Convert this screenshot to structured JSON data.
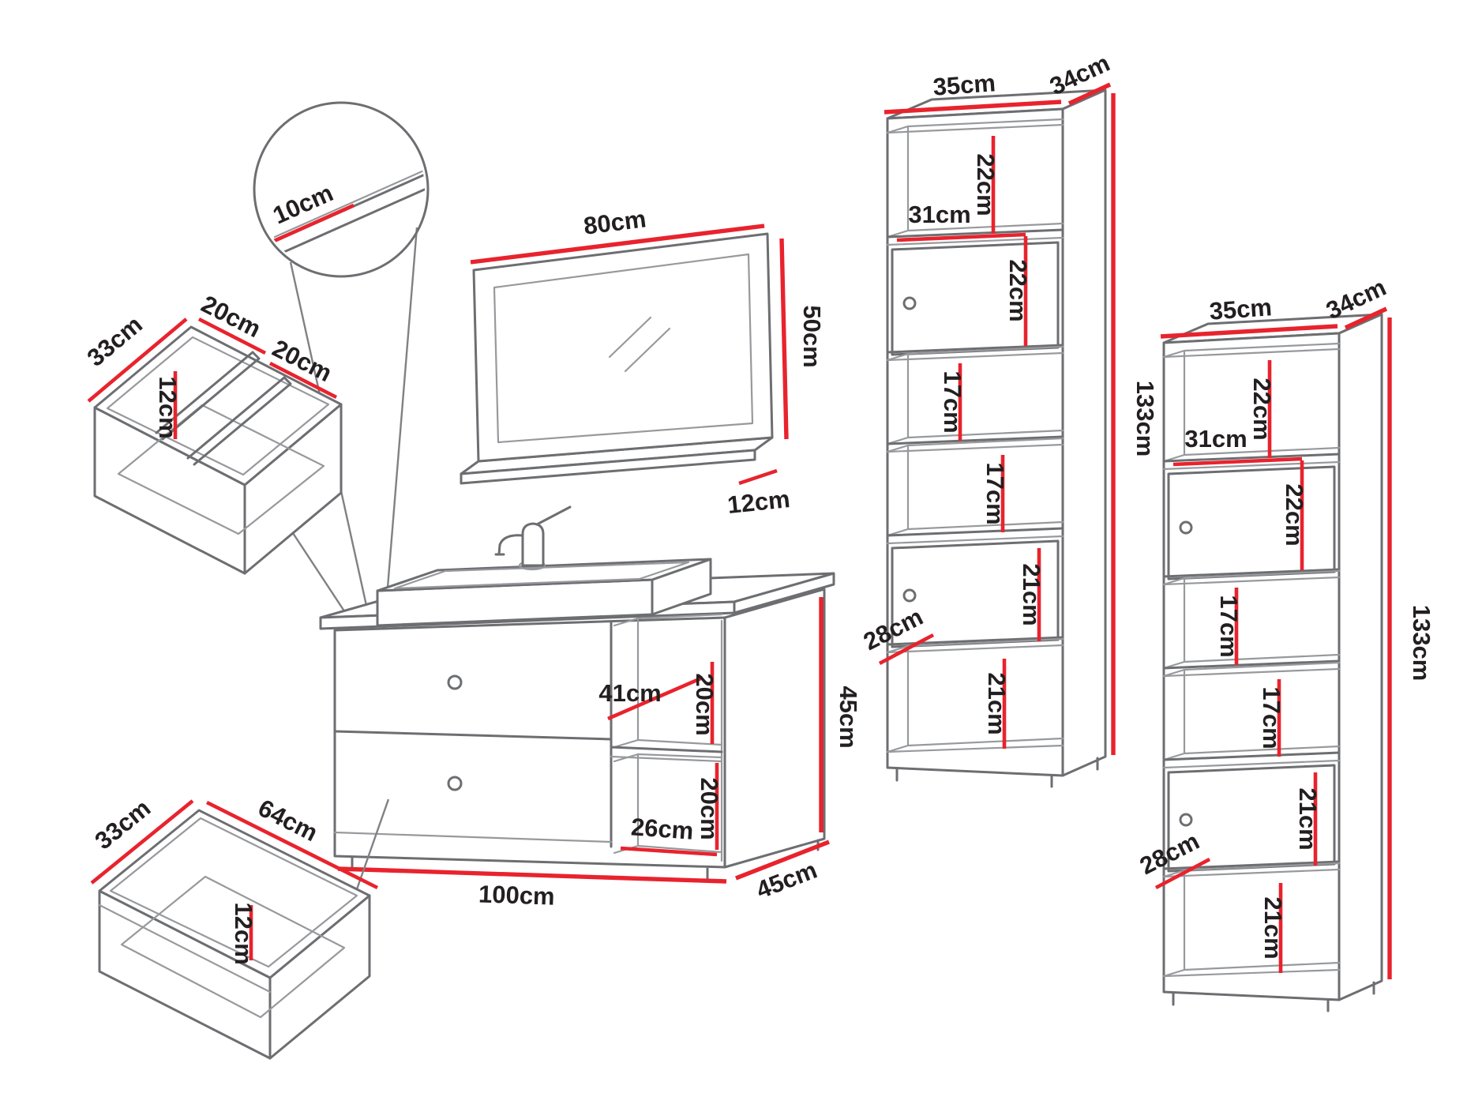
{
  "diagram": {
    "background": "#ffffff",
    "palette": {
      "furniture_line": "#6d6e71",
      "interior_line": "#97999c",
      "dimension_line": "#e8232d",
      "label_color": "#231f20"
    },
    "detail_callout": {
      "shelf_depth": "10cm"
    },
    "sink_drawer_insert": {
      "depth": "33cm",
      "left_width": "20cm",
      "right_width": "20cm",
      "height": "12cm"
    },
    "mirror": {
      "width": "80cm",
      "height": "50cm",
      "shelf_depth": "12cm"
    },
    "vanity": {
      "inner_depth": "41cm",
      "upper_shelf_height": "20cm",
      "lower_shelf_height": "20cm",
      "shelf_width": "26cm",
      "height": "45cm",
      "width": "100cm",
      "depth": "45cm"
    },
    "lower_drawer": {
      "depth": "33cm",
      "width": "64cm",
      "height": "12cm"
    },
    "tall_cabinets": [
      {
        "width": "35cm",
        "depth": "34cm",
        "height": "133cm",
        "top_shelf": "22cm",
        "inner_width": "31cm",
        "door_section": "22cm",
        "mid_shelf_upper": "17cm",
        "mid_shelf_lower": "17cm",
        "lower_door": "21cm",
        "inner_depth": "28cm",
        "bottom_shelf": "21cm"
      },
      {
        "width": "35cm",
        "depth": "34cm",
        "height": "133cm",
        "top_shelf": "22cm",
        "inner_width": "31cm",
        "door_section": "22cm",
        "mid_shelf_upper": "17cm",
        "mid_shelf_lower": "17cm",
        "lower_door": "21cm",
        "inner_depth": "28cm",
        "bottom_shelf": "21cm"
      }
    ]
  }
}
